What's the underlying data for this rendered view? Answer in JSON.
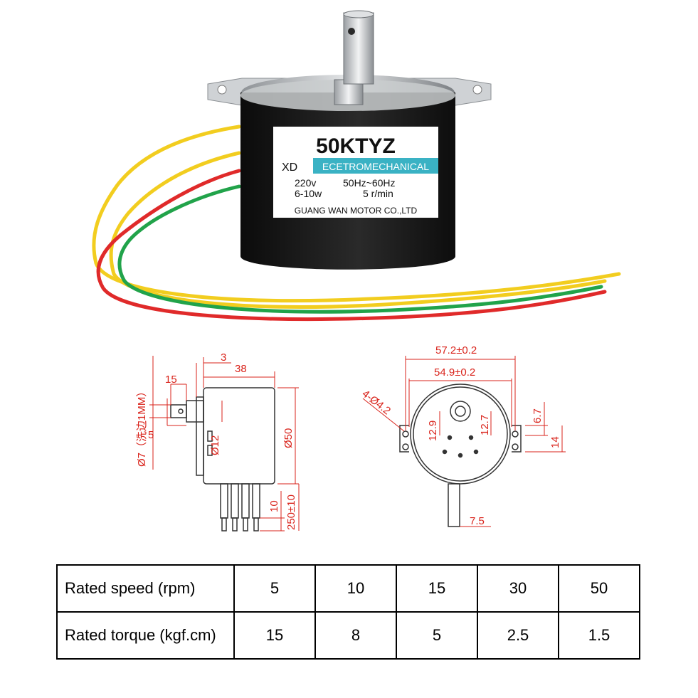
{
  "motor_label": {
    "model": "50KTYZ",
    "brand": "XD",
    "type": "ECETROMECHANICAL",
    "voltage": "220v",
    "frequency": "50Hz~60Hz",
    "power": "6-10w",
    "speed": "5 r/min",
    "maker": "GUANG WAN MOTOR CO.,LTD"
  },
  "side_view": {
    "dim_top_a": "3",
    "dim_top_b": "38",
    "dim_left_a": "15",
    "dim_left_b": "5",
    "dim_shaft": "Ø7（洗边1MM）",
    "dim_hub": "Ø12",
    "dim_body": "Ø50",
    "dim_wire_a": "10",
    "dim_wire_b": "250±10"
  },
  "front_view": {
    "dim_outer": "57.2±0.2",
    "dim_inner": "54.9±0.2",
    "dim_holes": "4-Ø4.2",
    "dim_v1": "12.9",
    "dim_v2": "12.7",
    "dim_r1": "6.7",
    "dim_r2": "14",
    "dim_wire": "7.5"
  },
  "table": {
    "rows": [
      {
        "label": "Rated speed (rpm)",
        "values": [
          "5",
          "10",
          "15",
          "30",
          "50"
        ]
      },
      {
        "label": "Rated torque (kgf.cm)",
        "values": [
          "15",
          "8",
          "5",
          "2.5",
          "1.5"
        ]
      }
    ]
  }
}
